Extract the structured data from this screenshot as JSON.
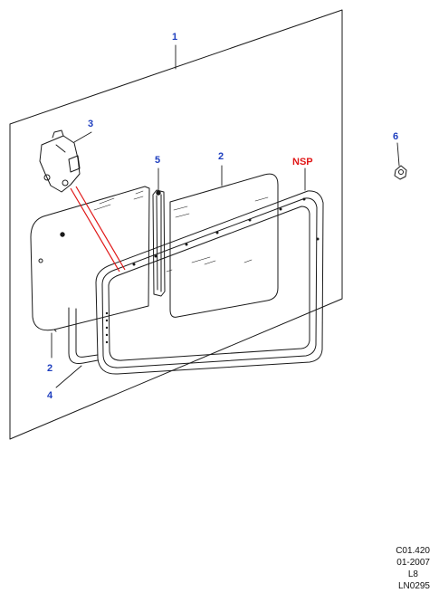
{
  "callouts": {
    "c1": "1",
    "c2a": "2",
    "c2b": "2",
    "c3": "3",
    "c4": "4",
    "c5": "5",
    "c6": "6",
    "nsp": "NSP"
  },
  "reference": {
    "code": "C01.420",
    "date": "01-2007",
    "level": "L8",
    "drawing": "LN0295"
  },
  "colors": {
    "callout_blue": "#1f3fbf",
    "highlight_red": "#e01818",
    "line": "#1a1a1a"
  }
}
